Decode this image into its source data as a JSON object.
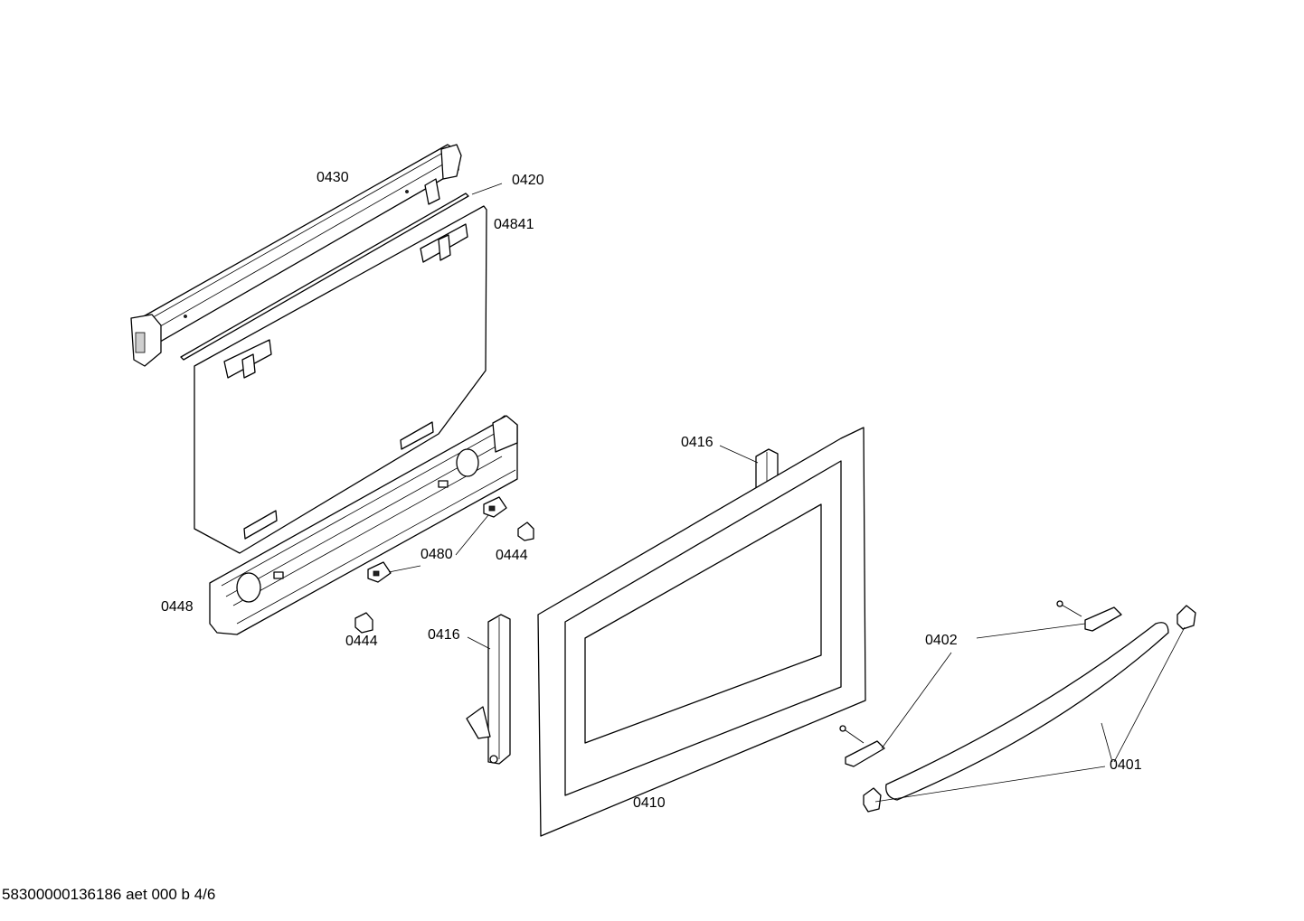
{
  "labels": {
    "p0430": "0430",
    "p0420": "0420",
    "p04841": "04841",
    "p0416_top": "0416",
    "p0480": "0480",
    "p0444_right": "0444",
    "p0448": "0448",
    "p0444_left": "0444",
    "p0416_bottom": "0416",
    "p0402": "0402",
    "p0401": "0401",
    "p0410": "0410"
  },
  "footer": {
    "text": "58300000136186 aet 000 b 4/6"
  }
}
